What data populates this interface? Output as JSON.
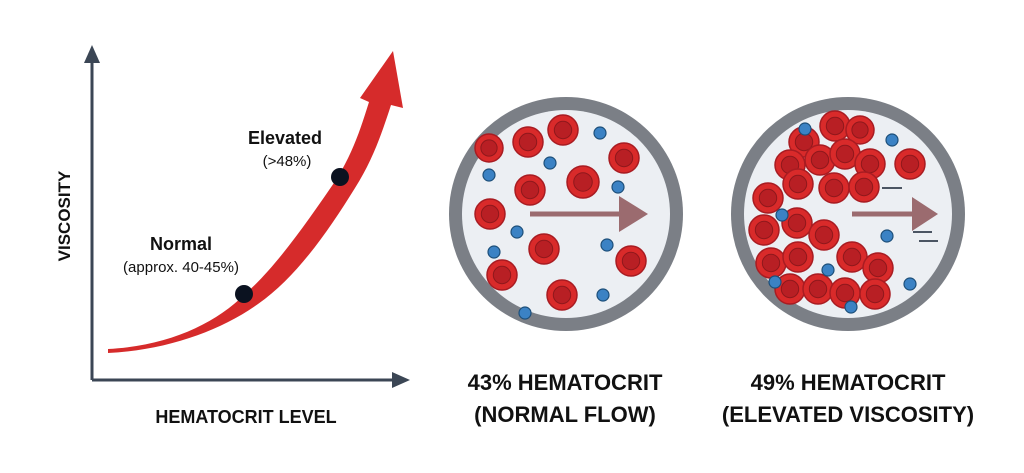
{
  "graph": {
    "y_axis_label": "VISCOSITY",
    "x_axis_label": "HEMATOCRIT LEVEL",
    "normal_point": {
      "title": "Normal",
      "detail": "(approx. 40-45%)"
    },
    "elevated_point": {
      "title": "Elevated",
      "detail": "(>48%)"
    }
  },
  "vessels": [
    {
      "caption_line1": "43% HEMATOCRIT",
      "caption_line2": "(NORMAL FLOW)"
    },
    {
      "caption_line1": "49% HEMATOCRIT",
      "caption_line2": "(ELEVATED VISCOSITY)"
    }
  ],
  "colors": {
    "curve": "#d62b2b",
    "axis": "#3b4655",
    "rbc": "#d92a2a",
    "rbc_center": "#b81f24",
    "wbc": "#3b82c4",
    "vessel_wall": "#7b7f86",
    "vessel_lumen": "#eceff3",
    "flow_arrow": "#9b6b6f"
  }
}
